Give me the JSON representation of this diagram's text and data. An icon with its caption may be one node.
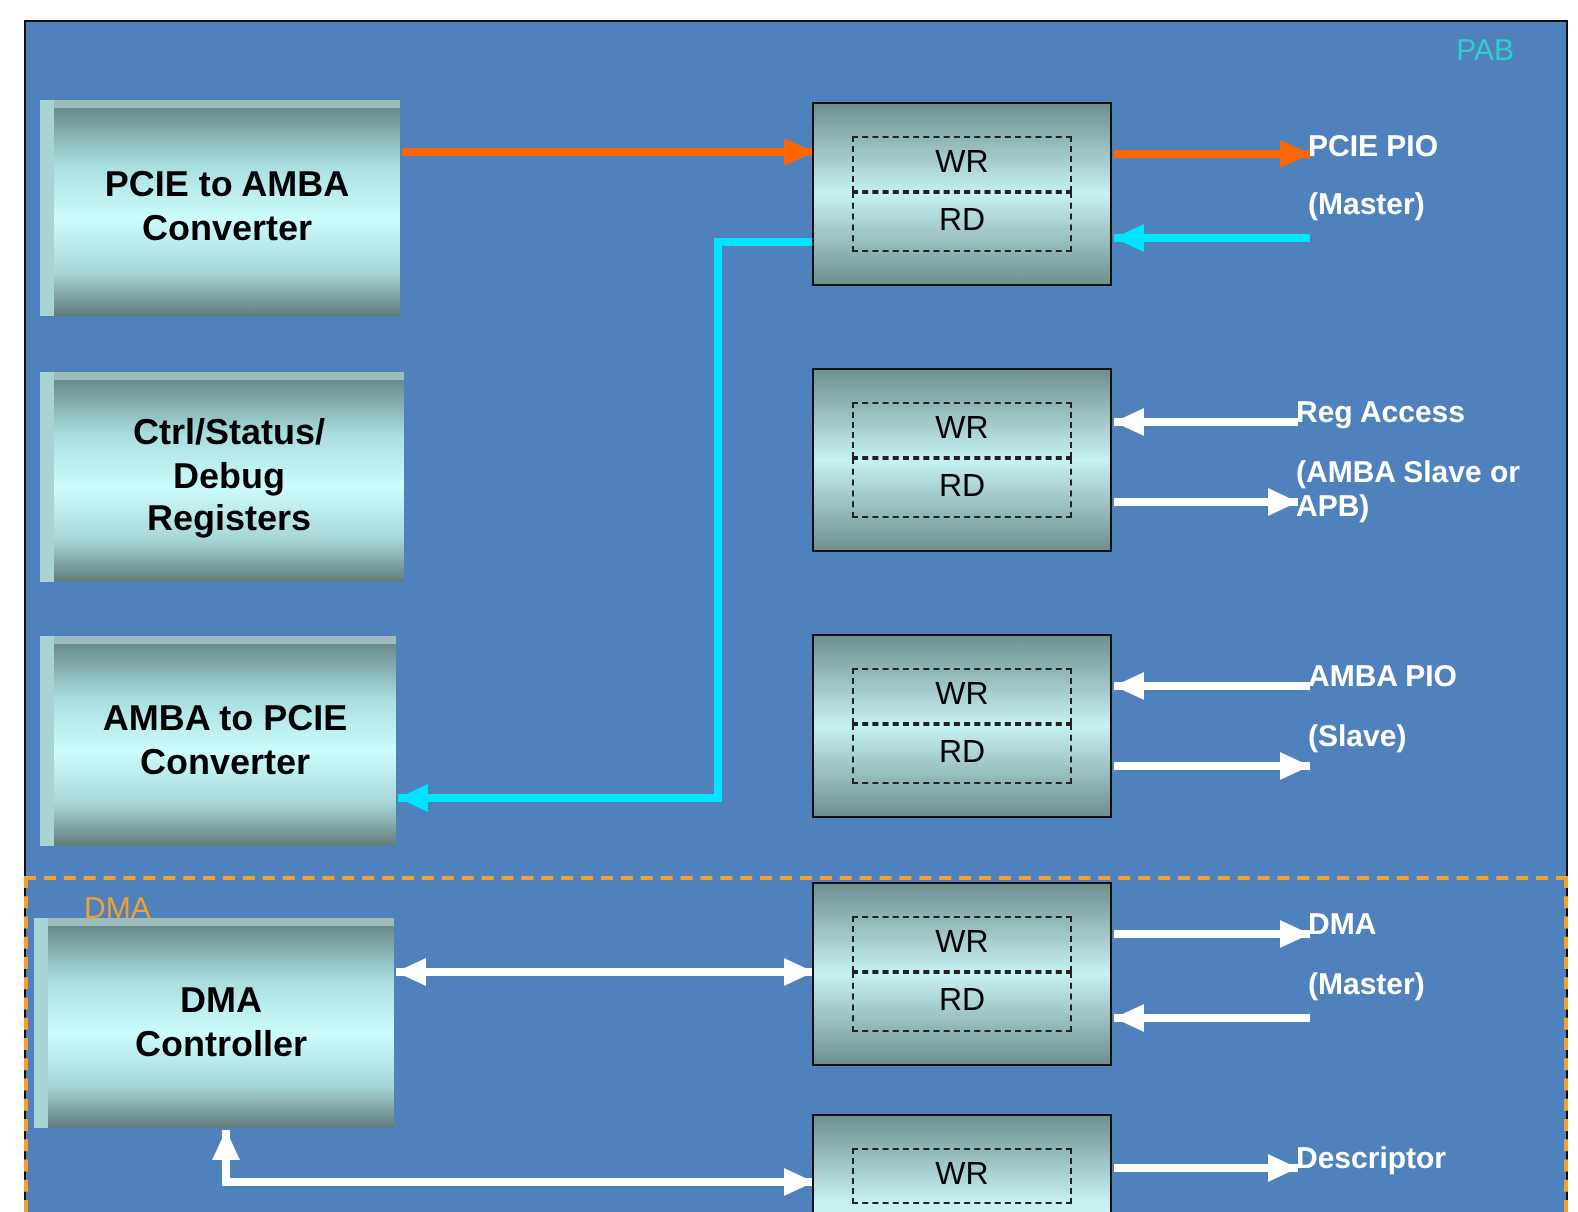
{
  "diagram": {
    "nodes": [
      {
        "text": [
          "PAB"
        ]
      },
      {
        "text": [
          "PCIE to AMBA Converter"
        ],
        "in": 0
      },
      {
        "text": [
          "Ctrl/Status/ Debug Registers"
        ],
        "in": 0
      },
      {
        "text": [
          "AMBA to PCIE Converter"
        ],
        "in": 0
      },
      {
        "text": [],
        "shape": "box",
        "in": 0
      },
      {
        "text": [
          "WR"
        ],
        "in": 4
      },
      {
        "text": [
          "RD"
        ],
        "in": 4
      },
      {
        "text": [],
        "shape": "box",
        "in": 0
      },
      {
        "text": [
          "WR"
        ],
        "in": 7
      },
      {
        "text": [
          "RD"
        ],
        "in": 7
      },
      {
        "text": [],
        "shape": "box",
        "in": 0
      },
      {
        "text": [
          "WR"
        ],
        "in": 10
      },
      {
        "text": [
          "RD"
        ],
        "in": 10
      },
      {
        "text": [
          "DMA"
        ],
        "in": 0
      },
      {
        "text": [
          "DMA Controller"
        ],
        "in": 13
      },
      {
        "text": [],
        "shape": "box",
        "in": 13
      },
      {
        "text": [
          "WR"
        ],
        "in": 15
      },
      {
        "text": [
          "RD"
        ],
        "in": 15
      },
      {
        "text": [],
        "shape": "box",
        "in": 13
      },
      {
        "text": [
          "WR"
        ],
        "in": 18
      },
      {
        "text": [
          "PCIE PIO"
        ],
        "in": 0
      },
      {
        "text": [
          "(Master)"
        ],
        "in": 0
      },
      {
        "text": [
          "Reg Access"
        ],
        "in": 0
      },
      {
        "text": [
          "(AMBA Slave or APB)"
        ],
        "in": 0
      },
      {
        "text": [
          "AMBA PIO"
        ],
        "in": 0
      },
      {
        "text": [
          "(Slave)"
        ],
        "in": 0
      },
      {
        "text": [
          "DMA"
        ],
        "in": 13
      },
      {
        "text": [
          "(Master)"
        ],
        "in": 13
      },
      {
        "text": [
          "Descriptor"
        ],
        "in": 13
      }
    ],
    "edges": [
      {
        "from": 1,
        "to": 4,
        "arrow": "to",
        "color": "#ff6600"
      },
      {
        "from": 4,
        "to": 20,
        "arrow": "to",
        "color": "#ff6600"
      },
      {
        "from": 21,
        "to": 4,
        "arrow": "to",
        "color": "#00e5ff"
      },
      {
        "from": 4,
        "to": 3,
        "arrow": "to",
        "color": "#00e5ff"
      },
      {
        "from": 22,
        "to": 7,
        "arrow": "to"
      },
      {
        "from": 7,
        "to": 23,
        "arrow": "to"
      },
      {
        "from": 24,
        "to": 10,
        "arrow": "to"
      },
      {
        "from": 10,
        "to": 25,
        "arrow": "to"
      },
      {
        "from": 14,
        "to": 15,
        "arrow": "both"
      },
      {
        "from": 15,
        "to": 26,
        "arrow": "to"
      },
      {
        "from": 27,
        "to": 15,
        "arrow": "to"
      },
      {
        "from": 18,
        "to": 14,
        "arrow": "both"
      },
      {
        "from": 18,
        "to": 28,
        "arrow": "to"
      }
    ]
  }
}
